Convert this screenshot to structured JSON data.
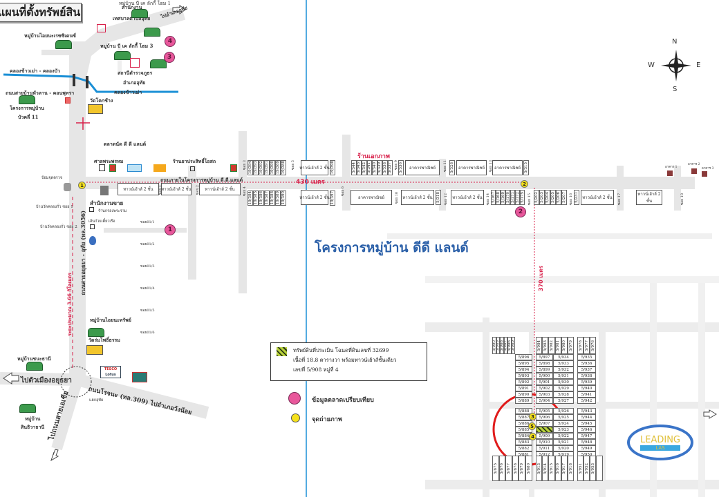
{
  "title": "แผนที่ตั้งทรัพย์สิน",
  "project_title": "โครงการหมู่บ้าน ดีดี แลนด์",
  "labels": {
    "municipal_office": "สำนักงาน",
    "municipal_office_2": "เทศบาลตำบลอุทัย",
    "bk_lucky_home_1": "หมู่บ้าน บี เค ลักกี้ โฮม 1",
    "to_uthai": "ไปอำเภออุทัย",
    "aiyana_residence": "หมู่บ้านไอยนะเรซซิเดนซ์",
    "bk_lucky_home_3": "หมู่บ้าน บี เค ลักกี้ โฮม 3",
    "police_station": "สถานีตำรวจภูธร",
    "police_station_2": "อำเภออุทัย",
    "canal_1": "คลองข้าวเม่า - คลองบัว",
    "canal_2": "คลองข้าวเม่า",
    "road_hualan": "ถนนสายบ้านหัวลาน - คอนพุทรา",
    "bua_khli_project": "โครงการหมู่บ้าน",
    "bua_khli_project_2": "บัวคลี่ 11",
    "wat": "วัดโคกช้าง",
    "dd_market": "ตลาดนัด ดี ดี แลนด์",
    "brahma_shrine": "ศาลพระพรหม",
    "pharmacy": "ร้านยาประสิทธิ์โอสถ",
    "inner_road": "ถนนภายในโครงการหมู่บ้าน ดี.ดี.แลนด์",
    "distance_430": "430 เมตร",
    "ekkaphap_shop": "ร้านเอกภาพ",
    "checkpoint": "ป้อมจุดตรวจ",
    "sales_office": "สำนักงานขาย",
    "soi_khlongkua_1": "บ้านวัดคลองกั่ว ซอย 1",
    "soi_khlongkua_2": "บ้านวัดคลองกั่ว ซอย 2",
    "shop_1": "ร้านกรองพระราม",
    "noodle_shop": "เส้นก๋วยเตี๋ยวเรือ",
    "road_3056": "ถนนสายอยุธยา - อุทัย (ทล.3056)",
    "distance_366": "ระยะประมาณ 3.66 กิโลเมตร",
    "distance_370": "370 เมตร",
    "aiyana_sap": "หมู่บ้านไอยนะทรัพย์",
    "wat_romsai": "วัดร่มโพธิ์ธรรม",
    "chana_thani": "หมู่บ้านชนะธานี",
    "to_ayutthaya": "ไปตัวเมืองอยุธยา",
    "rojana_road": "ถนนโรจนะ (ทล.309) ไปอำเภอวังน้อย",
    "uthai_junction": "แยกอุทัย",
    "to_asia_road": "ไปถนนสายเอเชีย",
    "sinthiwa_1": "หมู่บ้าน",
    "sinthiwa_2": "สินธิวาธานี",
    "tesco": "TESCO",
    "lotus": "Lotus",
    "townhouse": "ทาวน์เฮ้าส์ 2 ชั้น",
    "commercial": "อาคารพาณิชย์",
    "bldg_1": "อาคาร 1",
    "bldg_2": "อาคาร 2",
    "bldg_3": "อาคาร 3"
  },
  "sois": [
    "ซอย 1",
    "ซอย 2",
    "ซอย 4",
    "ซอย 3",
    "ซอย 5",
    "ซอย 6",
    "ซอย 9",
    "ซอย 10",
    "ซอย 11",
    "ซอย 12",
    "ซอย 13",
    "ซอย 14",
    "ซอย 15",
    "ซอย 16",
    "ซอย 17",
    "ซอย 18"
  ],
  "sub_sois": [
    "ซอย01/1",
    "ซอย01/2",
    "ซอย01/3",
    "ซอย01/4",
    "ซอย01/5",
    "ซอย01/6"
  ],
  "street_parcels": {
    "row1_top": [
      "19/394",
      "19/393",
      "19/392",
      "19/391",
      "19/390",
      "19/389",
      "19/388"
    ],
    "row1_bottom": [
      "19/384",
      "19/385",
      "19/386",
      "19/387",
      "19/388",
      "19/389",
      "19/390"
    ],
    "row2": [
      "19/398",
      "19/397"
    ],
    "ekkaphap_row": [
      "5/344",
      "5/343",
      "5/342",
      "5/341",
      "5/340",
      "5/339",
      "5/338",
      "5/337"
    ],
    "singles_top": [
      "5/336",
      "5/328",
      "5/315"
    ],
    "single_bottom": "5/318",
    "row3": [
      "5/167",
      "5/168",
      "5/169",
      "5/170",
      "5/171",
      "5/172",
      "5/175"
    ],
    "row4": [
      "5/202",
      "5/203",
      "5/204",
      "5/205",
      "5/206",
      "5/207"
    ],
    "single_5231": "5/231"
  },
  "parcels": {
    "upper_left_top": [
      "5/990",
      "5/989",
      "5/988",
      "5/987",
      "5/986",
      "5/985"
    ],
    "col_a": [
      "5/896",
      "5/895",
      "5/894",
      "5/893",
      "5/892",
      "5/891",
      "5/890",
      "5/889",
      "5/888",
      "5/887",
      "5/886",
      "5/885",
      "5/884",
      "5/883",
      "5/882",
      "5/881"
    ],
    "mid_top": [
      "5/984",
      "5/983",
      "5/982",
      "5/981",
      "5/980",
      "5/979"
    ],
    "col_b": [
      "5/897",
      "5/898",
      "5/899",
      "5/900",
      "5/901",
      "5/902",
      "5/903",
      "5/904",
      "5/905",
      "5/906",
      "5/907",
      "5/908",
      "5/909",
      "5/910",
      "5/911",
      "5/912"
    ],
    "col_c": [
      "5/934",
      "5/933",
      "5/932",
      "5/931",
      "5/930",
      "5/929",
      "5/928",
      "5/927",
      "5/926",
      "5/925",
      "5/924",
      "5/923",
      "5/922",
      "5/921",
      "5/920",
      "5/919"
    ],
    "right_top": [
      "5/978",
      "5/977",
      "5/976"
    ],
    "col_d": [
      "5/935",
      "5/936",
      "5/937",
      "5/938",
      "5/939",
      "5/940",
      "5/941",
      "5/942",
      "5/943",
      "5/944",
      "5/945",
      "5/946",
      "5/947",
      "5/948",
      "5/949",
      "5/950"
    ],
    "bottom_left": [
      "5/875",
      "5/876",
      "5/877",
      "5/878",
      "5/879",
      "5/880"
    ],
    "bottom_mid": [
      "5/913",
      "5/914",
      "5/915",
      "5/916",
      "5/917",
      "5/918"
    ],
    "bottom_right": [
      "5/951",
      "5/952",
      "5/953"
    ],
    "subject": "5/908"
  },
  "legend": {
    "subject_line1": "ทรัพย์สินที่ประเมิน โฉนดที่ดินเลขที่  32699",
    "subject_line2": "เนื้อที่ 18.8 ตารางวา พร้อมทาวน์เฮ้าส์ชั้นเดียว",
    "subject_line3": "เลขที่ 5/908 หมู่ที่ 4",
    "market_data": "ข้อมูลตลาดเปรียบเทียบ",
    "photo_point": "จุดถ่ายภาพ"
  },
  "markers": {
    "market": [
      "1",
      "2",
      "3",
      "4"
    ],
    "photo": [
      "1",
      "2",
      "3",
      "4",
      "5"
    ]
  },
  "compass": {
    "n": "N",
    "e": "E",
    "s": "S",
    "w": "W"
  },
  "logo": {
    "name": "LEADING",
    "sub": "LAS"
  },
  "colors": {
    "road": "#e2e2e2",
    "canal": "#1a8fd6",
    "marker": "#e8579b",
    "photo": "#f5e11c",
    "distance": "#d8204a",
    "project": "#2a5fa8",
    "circle": "#e01b1b"
  }
}
